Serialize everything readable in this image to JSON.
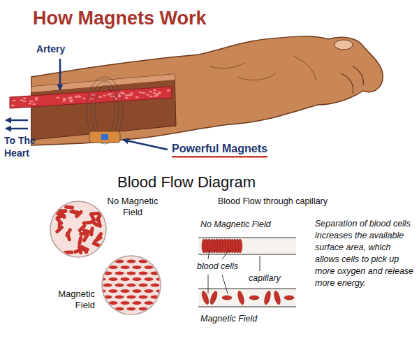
{
  "diagram": {
    "title": "How Magnets Work",
    "labels": [
      "Artery",
      "To The Heart",
      "Powerful Magnets",
      "Blood Flow Diagram",
      "No Magnetic Field",
      "Blood Flow through capillary",
      "No Magnetic Field",
      "Separation of blood cells increases the available surface area, which allows cells to pick up more oxygen and release more energy.",
      "blood cells",
      "capillary",
      "Magnetic Field",
      "Magnetic Field"
    ]
  }
}
